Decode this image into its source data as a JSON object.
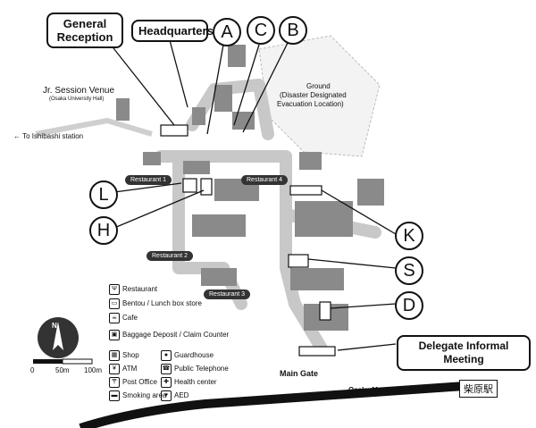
{
  "callouts": {
    "general_reception": "General\nReception",
    "headquarters": "Headquarters",
    "delegate_meeting": "Delegate Informal Meeting"
  },
  "letters": [
    "A",
    "C",
    "B",
    "L",
    "H",
    "K",
    "S",
    "D"
  ],
  "places": {
    "jr_session_venue": "Jr. Session Venue",
    "jr_session_sub": "(Osaka University Hall)",
    "ishibashi": "To Ishibashi station",
    "ground": "Ground",
    "ground_sub1": "(Disaster Designated",
    "ground_sub2": "Evacuation Location)",
    "main_gate": "Main Gate",
    "monorail": "Osaka Monorail",
    "station": "柴原駅"
  },
  "restaurants": [
    "Restaurant 1",
    "Restaurant 4",
    "Restaurant 2",
    "Restaurant 3"
  ],
  "legend": {
    "restaurant": "Restaurant",
    "bentou": "Bentou / Lunch box store",
    "cafe": "Cafe",
    "baggage": "Baggage Deposit / Claim Counter",
    "shop": "Shop",
    "guardhouse": "Guardhouse",
    "atm": "ATM",
    "telephone": "Public Telephone",
    "post": "Post Office",
    "health": "Health center",
    "smoking": "Smoking area",
    "aed": "AED"
  },
  "scale": {
    "zero": "0",
    "fifty": "50m",
    "hundred": "100m"
  },
  "north": "N"
}
